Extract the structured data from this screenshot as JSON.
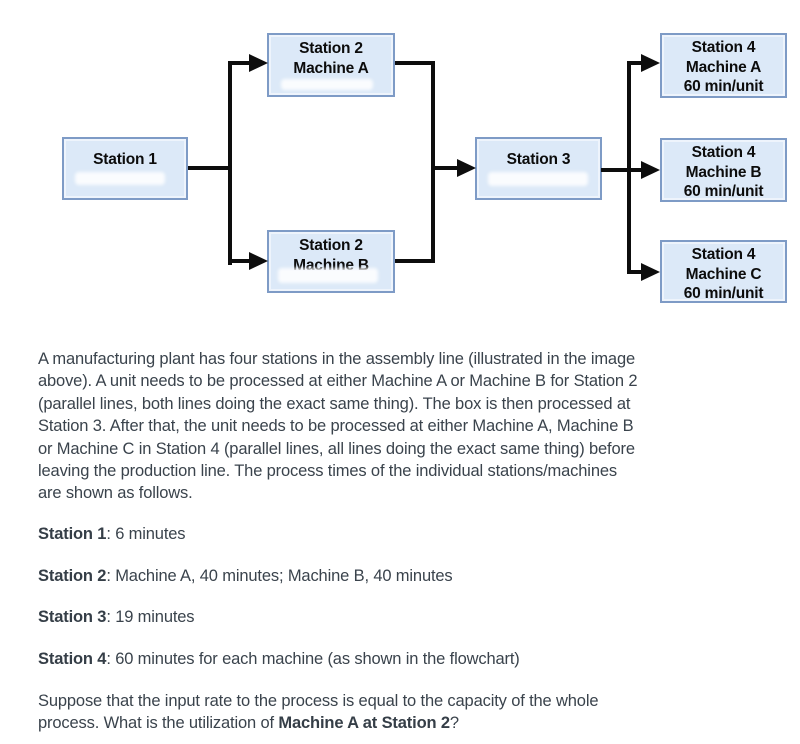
{
  "diagram": {
    "box_fill": "#dce9f8",
    "box_border": "#7e9bc6",
    "line_color": "#0d0d0d",
    "nodes": {
      "station1": {
        "lines": [
          "Station 1"
        ]
      },
      "station2a": {
        "lines": [
          "Station 2",
          "Machine A"
        ]
      },
      "station2b": {
        "lines": [
          "Station 2",
          "Machine B"
        ]
      },
      "station3": {
        "lines": [
          "Station 3"
        ]
      },
      "station4a": {
        "lines": [
          "Station 4",
          "Machine A",
          "60 min/unit"
        ]
      },
      "station4b": {
        "lines": [
          "Station 4",
          "Machine B",
          "60 min/unit"
        ]
      },
      "station4c": {
        "lines": [
          "Station 4",
          "Machine C",
          "60 min/unit"
        ]
      }
    }
  },
  "description": {
    "lines": [
      "A manufacturing plant has four stations in the assembly line (illustrated in the image",
      "above). A unit needs to be processed at either Machine A or Machine B for Station 2",
      "(parallel lines, both lines doing the exact same thing). The box is then processed at",
      "Station 3. After that, the unit needs to be processed at either Machine A, Machine B",
      "or Machine C in Station 4 (parallel lines, all lines doing the exact same thing) before",
      "leaving the production line. The process times of the individual stations/machines",
      "are shown as follows."
    ]
  },
  "process_times": [
    {
      "label": "Station 1",
      "text": ": 6 minutes"
    },
    {
      "label": "Station 2",
      "text": ": Machine A, 40 minutes; Machine B, 40 minutes"
    },
    {
      "label": "Station 3",
      "text": ": 19 minutes"
    },
    {
      "label": "Station 4",
      "text": ": 60 minutes for each machine (as shown in the flowchart)"
    }
  ],
  "question": {
    "line1": "Suppose that the input rate to the process is equal to the capacity of the whole",
    "line2_pre": "process. What is the utilization of ",
    "line2_bold": "Machine A at Station 2",
    "line2_post": "?"
  },
  "text_color": "#3a434c"
}
